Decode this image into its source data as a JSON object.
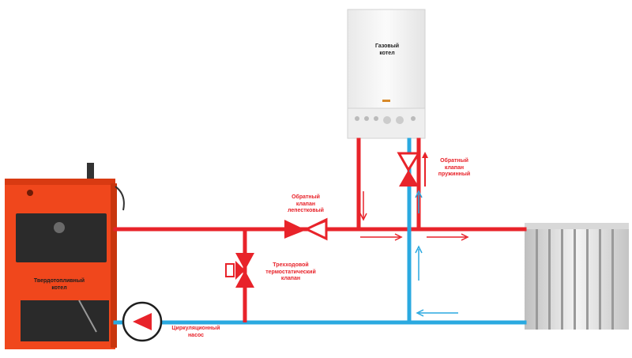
{
  "labels": {
    "gas_boiler": "Газовый\nкотел",
    "solid_boiler": "Твердотопливный\nкотел",
    "check_valve_petal": "Обратный\nклапан\nлепестковый",
    "check_valve_spring": "Обратный\nклапан\nпружинный",
    "three_way_valve": "Трехходовой\nтермостатический\nклапан",
    "circulation_pump": "Циркуляционный\nнасос"
  },
  "colors": {
    "supply_pipe": "#e8232a",
    "return_pipe": "#2aa9e0",
    "solid_boiler_body": "#f0471c",
    "gas_boiler_body": "#f7f7f7",
    "radiator": "#e3e3e3"
  },
  "icons": [
    "check-valve-icon",
    "three-way-valve-icon",
    "pump-icon",
    "flow-arrow-icon"
  ]
}
